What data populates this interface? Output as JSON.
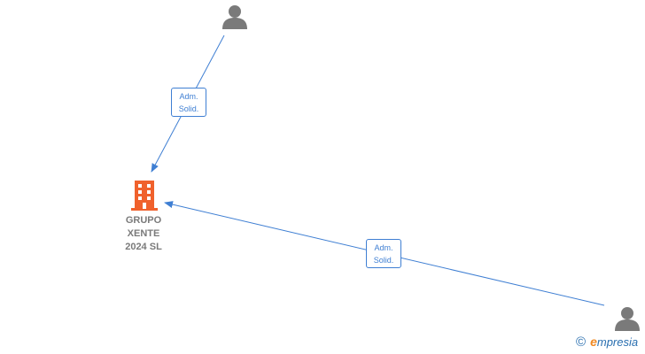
{
  "company": {
    "name": "GRUPO\nXENTE\n2024  SL",
    "icon": "building-icon",
    "color": "#f0612c"
  },
  "persons": [
    {
      "icon": "person-icon"
    },
    {
      "icon": "person-icon"
    }
  ],
  "relations": [
    {
      "label_line1": "Adm.",
      "label_line2": "Solid."
    },
    {
      "label_line1": "Adm.",
      "label_line2": "Solid."
    }
  ],
  "colors": {
    "edge": "#3f7fd3",
    "person": "#7a7a7a",
    "label_text": "#7a7a7a"
  },
  "watermark": {
    "copyright": "©",
    "brand_first": "e",
    "brand_rest": "mpresia"
  }
}
